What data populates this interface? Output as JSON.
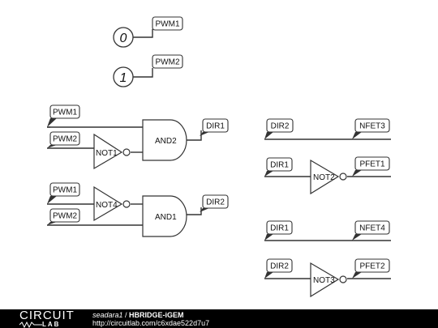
{
  "sources": [
    {
      "value": "0",
      "net": "PWM1"
    },
    {
      "value": "1",
      "net": "PWM2"
    }
  ],
  "labels": {
    "src0_net": "PWM1",
    "src1_net": "PWM2",
    "a_in_pwm1": "PWM1",
    "a_in_pwm2": "PWM2",
    "a_out": "DIR1",
    "b_in_pwm1": "PWM1",
    "b_in_pwm2": "PWM2",
    "b_out": "DIR2",
    "c_in": "DIR2",
    "c_out": "NFET3",
    "d_in": "DIR1",
    "d_out": "PFET1",
    "e_in": "DIR1",
    "e_out": "NFET4",
    "f_in": "DIR2",
    "f_out": "PFET2"
  },
  "gates": {
    "and2": "AND2",
    "and1": "AND1",
    "not1": "NOT1",
    "not4": "NOT4",
    "not2": "NOT2",
    "not3": "NOT3"
  },
  "footer": {
    "logo_top": "CIRCUIT",
    "logo_bottom": "LAB",
    "author": "seadara1",
    "separator": " / ",
    "title": "HBRIDGE-iGEM",
    "url": "http://circuitlab.com/c6xdae522d7u7"
  }
}
